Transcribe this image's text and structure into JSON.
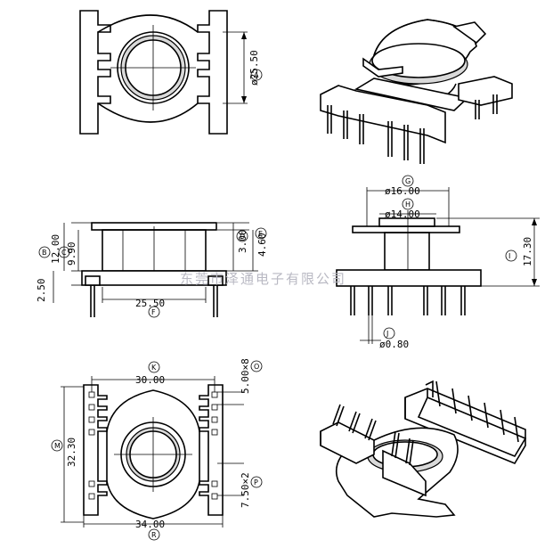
{
  "dimensions": {
    "core_diameter": "ø25.50",
    "outer_diameter": "ø16.00",
    "inner_diameter": "ø14.00",
    "height_12": "12.00",
    "height_990": "9.90",
    "base_250": "2.50",
    "width_2550": "25.50",
    "top_300": "3.00",
    "top_460": "4.60",
    "total_height": "17.30",
    "pin_diameter": "ø0.80",
    "width_3000": "30.00",
    "pitch_500": "5.00×8",
    "length_3230": "32.30",
    "pitch_750": "7.50×2",
    "width_3400": "34.00"
  },
  "bubbles": {
    "A": "A",
    "B": "B",
    "C": "C",
    "D": "D",
    "E": "E",
    "F": "F",
    "G": "G",
    "H": "H",
    "I": "I",
    "J": "J",
    "K": "K",
    "M": "M",
    "O": "O",
    "P": "P",
    "R": "R"
  },
  "watermark": "东莞市泽通电子有限公司"
}
